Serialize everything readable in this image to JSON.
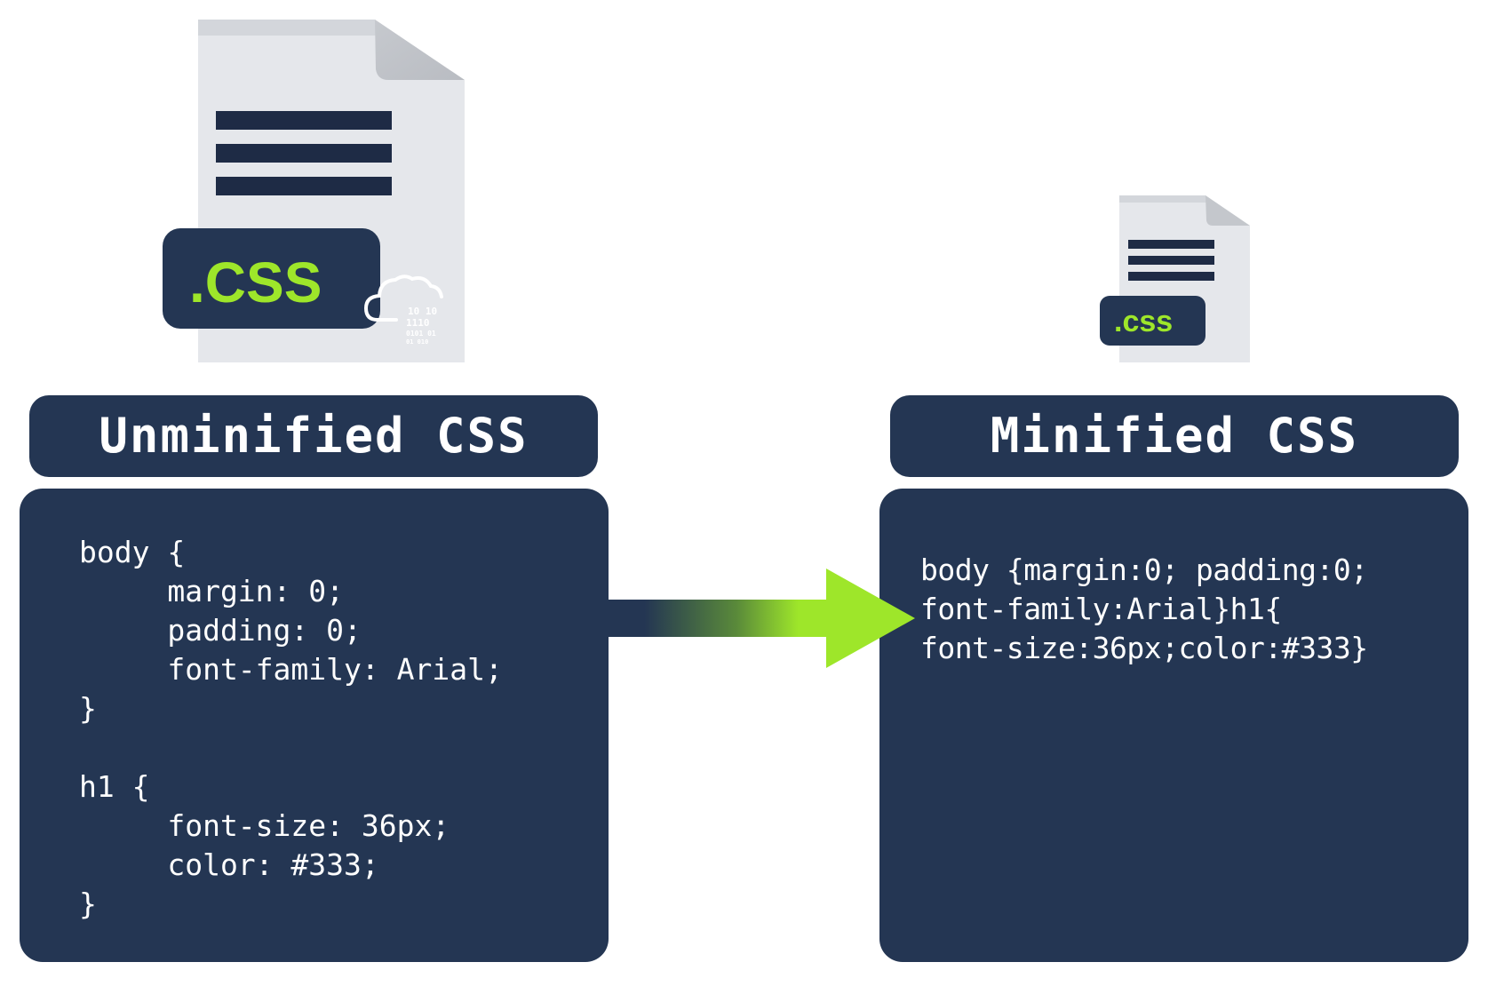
{
  "colors": {
    "navy": "#243653",
    "accent_green": "#9ee62a",
    "doc_gray": "#e5e7eb",
    "doc_fold": "#c4c7cc"
  },
  "icons": {
    "large_file": "css-file-icon",
    "small_file": "css-file-icon-small",
    "cloud": "cloud-binary-icon",
    "arrow": "right-arrow-icon"
  },
  "large_file": {
    "badge": ".CSS",
    "binary_lines": [
      "10  10",
      "1110",
      "0101 01",
      "01   010"
    ]
  },
  "small_file": {
    "badge": ".css"
  },
  "left": {
    "title": "Unminified CSS",
    "code": [
      "body {",
      "     margin: 0;",
      "     padding: 0;",
      "     font-family: Arial;",
      "}",
      "",
      "h1 {",
      "     font-size: 36px;",
      "     color: #333;",
      "}"
    ]
  },
  "right": {
    "title": "Minified CSS",
    "code": [
      "body {margin:0; padding:0;",
      "font-family:Arial}h1{",
      "font-size:36px;color:#333}"
    ]
  }
}
